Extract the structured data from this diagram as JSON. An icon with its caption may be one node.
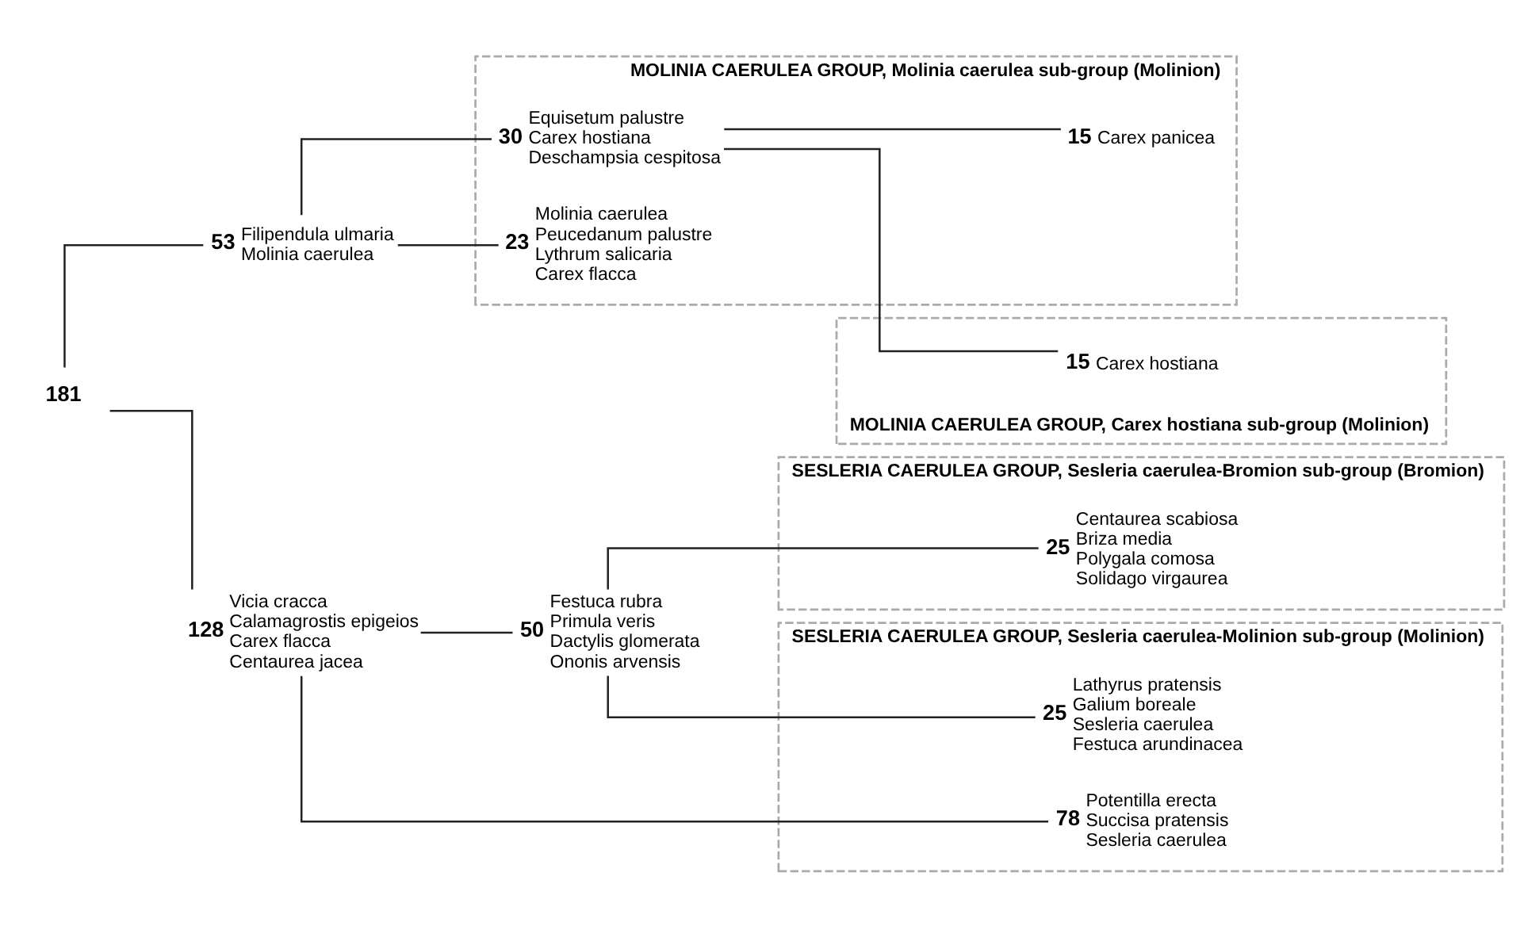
{
  "diagram": {
    "nodes": [
      {
        "text": [
          "181"
        ]
      },
      {
        "text": [
          "53",
          "Filipendula ulmaria",
          "Molinia caerulea"
        ]
      },
      {
        "text": [
          "128",
          "Vicia cracca",
          "Calamagrostis epigeios",
          "Carex flacca",
          "Centaurea jacea"
        ]
      },
      {
        "text": [
          "MOLINIA CAERULEA GROUP, Carex hostiana sub-group (Molinion)"
        ]
      },
      {
        "text": [
          "15",
          "Carex hostiana"
        ],
        "in": 3
      },
      {
        "text": [
          "MOLINIA CAERULEA GROUP, Molinia caerulea sub-group (Molinion)"
        ]
      },
      {
        "text": [
          "30",
          "Equisetum palustre",
          "Carex hostiana",
          "Deschampsia cespitosa"
        ],
        "in": 5
      },
      {
        "text": [
          "15",
          "Carex panicea"
        ],
        "in": 5
      },
      {
        "text": [
          "23",
          "Molinia caerulea",
          "Peucedanum palustre",
          "Lythrum salicaria",
          "Carex flacca"
        ],
        "in": 5
      },
      {
        "text": [
          "50",
          "Festuca rubra",
          "Primula veris",
          "Dactylis glomerata",
          "Ononis arvensis"
        ]
      },
      {
        "text": [
          "SESLERIA CAERULEA GROUP, Sesleria caerulea-Bromion sub-group (Bromion)"
        ]
      },
      {
        "text": [
          "25",
          "Centaurea scabiosa",
          "Briza media",
          "Polygala comosa",
          "Solidago virgaurea"
        ],
        "in": 10
      },
      {
        "text": [
          "SESLERIA CAERULEA GROUP, Sesleria caerulea-Molinion sub-group (Molinion)"
        ]
      },
      {
        "text": [
          "25",
          "Lathyrus pratensis",
          "Galium boreale",
          "Sesleria caerulea",
          "Festuca arundinacea"
        ],
        "in": 12
      },
      {
        "text": [
          "78",
          "Potentilla erecta",
          "Succisa pratensis",
          "Sesleria caerulea"
        ],
        "in": 12
      }
    ],
    "edges": [
      {
        "from": 0,
        "to": 1,
        "arrow": "none"
      },
      {
        "from": 0,
        "to": 2,
        "arrow": "none"
      },
      {
        "from": 1,
        "to": 6,
        "arrow": "none"
      },
      {
        "from": 1,
        "to": 8,
        "arrow": "none"
      },
      {
        "from": 6,
        "to": 4,
        "arrow": "none"
      },
      {
        "from": 6,
        "to": 7,
        "arrow": "none"
      },
      {
        "from": 2,
        "to": 9,
        "arrow": "none"
      },
      {
        "from": 2,
        "to": 14,
        "arrow": "none"
      },
      {
        "from": 9,
        "to": 11,
        "arrow": "none"
      },
      {
        "from": 9,
        "to": 13,
        "arrow": "none"
      }
    ]
  }
}
